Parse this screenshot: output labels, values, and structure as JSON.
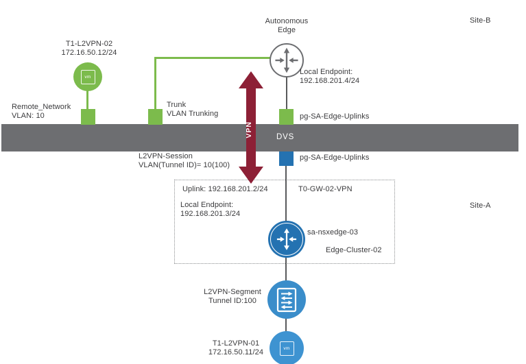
{
  "sites": {
    "b": "Site-B",
    "a": "Site-A"
  },
  "dvs": {
    "label": "DVS"
  },
  "nodes": {
    "t1_l2vpn_02": {
      "name": "T1-L2VPN-02",
      "ip": "172.16.50.12/24",
      "icon": "vm-circle-green"
    },
    "autonomous_edge": {
      "line1": "Autonomous",
      "line2": "Edge",
      "icon": "edge-router-outline"
    },
    "sa_nsxedge_03": {
      "name": "sa-nsxedge-03",
      "icon": "edge-router-blue"
    },
    "l2vpn_segment": {
      "line1": "L2VPN-Segment",
      "line2": "Tunnel ID:100",
      "icon": "segment-switch-blue"
    },
    "t1_l2vpn_01": {
      "name": "T1-L2VPN-01",
      "ip": "172.16.50.11/24",
      "icon": "vm-circle-blue"
    }
  },
  "labels": {
    "remote_network": {
      "line1": "Remote_Network",
      "line2": "VLAN: 10"
    },
    "trunk": {
      "line1": "Trunk",
      "line2": "VLAN Trunking"
    },
    "local_endpoint_b": {
      "line1": "Local Endpoint:",
      "line2": "192.168.201.4/24"
    },
    "pg_uplinks_b": "pg-SA-Edge-Uplinks",
    "pg_uplinks_a": "pg-SA-Edge-Uplinks",
    "l2vpn_session": {
      "line1": "L2VPN-Session",
      "line2": "VLAN(Tunnel ID)= 10(100)"
    },
    "uplink_a": "Uplink: 192.168.201.2/24",
    "t0_gw": "T0-GW-02-VPN",
    "local_endpoint_a": {
      "line1": "Local Endpoint:",
      "line2": "192.168.201.3/24"
    },
    "edge_cluster": "Edge-Cluster-02",
    "vpn": "VPN",
    "vm": "vm"
  },
  "colors": {
    "green": "#7CBB4C",
    "bar_gray": "#6D6E71",
    "vpn_dark_red": "#8D2036",
    "router_blue": "#2472B1",
    "light_blue": "#3A8DCA",
    "text": "#3A3A3C"
  }
}
